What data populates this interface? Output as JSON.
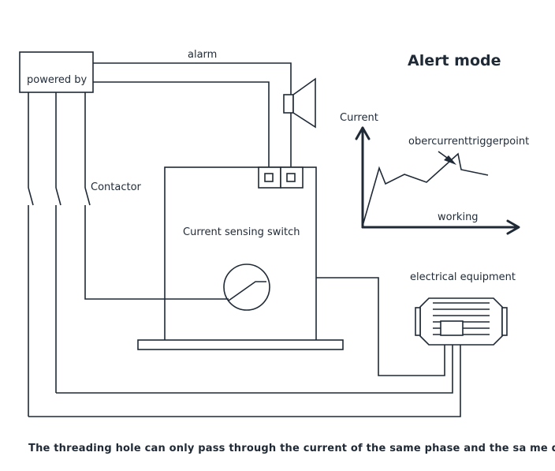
{
  "title": "Alert mode",
  "labels": {
    "powered_by": "powered by",
    "alarm": "alarm",
    "contactor": "Contactor",
    "current_sensing_switch": "Current sensing switch",
    "electrical_equipment": "electrical equipment"
  },
  "graph": {
    "y_label": "Current",
    "x_label": "working",
    "annotation": "obercurrenttriggerpoint"
  },
  "caption": "The threading hole can only pass through the current of the same phase and the sa me direction"
}
